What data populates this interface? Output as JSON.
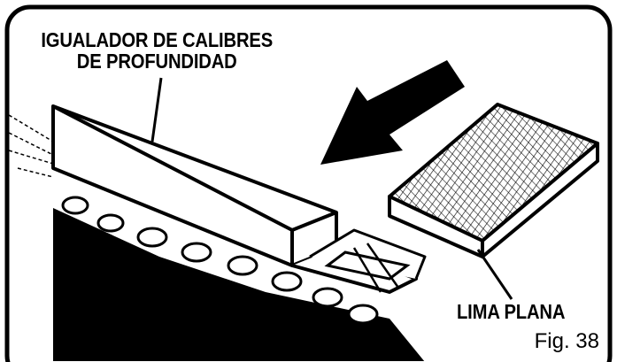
{
  "labels": {
    "depth_gauge_line1": "IGUALADOR DE CALIBRES",
    "depth_gauge_line2": "DE PROFUNDIDAD",
    "flat_file": "LIMA PLANA",
    "figure": "Fig. 38"
  },
  "colors": {
    "ink": "#000000",
    "paper": "#ffffff"
  },
  "icons": [
    "arrow-icon"
  ]
}
